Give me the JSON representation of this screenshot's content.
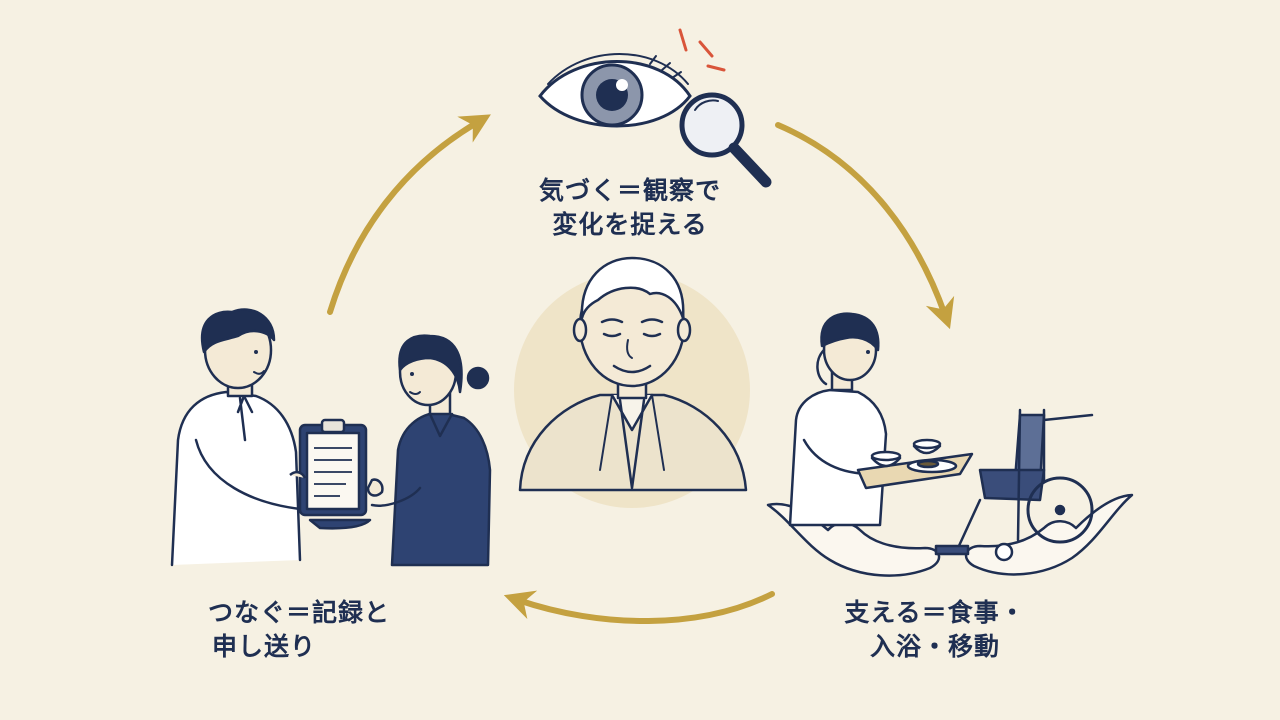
{
  "colors": {
    "background": "#f6f1e3",
    "ink": "#1f2f52",
    "navy": "#2e4372",
    "arrow": "#c4a140",
    "accent": "#d9553a",
    "halo": "#efe4c8",
    "cardigan": "#ece3cc"
  },
  "icons": [
    "eye-icon",
    "magnifier-icon",
    "clipboard-icon",
    "meal-tray-icon",
    "wheelchair-icon",
    "supporting-hands-icon"
  ],
  "steps": {
    "notice": {
      "line1": "気づく＝観察で",
      "line2": "変化を捉える"
    },
    "support": {
      "line1": "支える＝食事・",
      "line2": "入浴・移動"
    },
    "connect": {
      "line1": "つなぐ＝記録と",
      "line2": "申し送り"
    }
  }
}
